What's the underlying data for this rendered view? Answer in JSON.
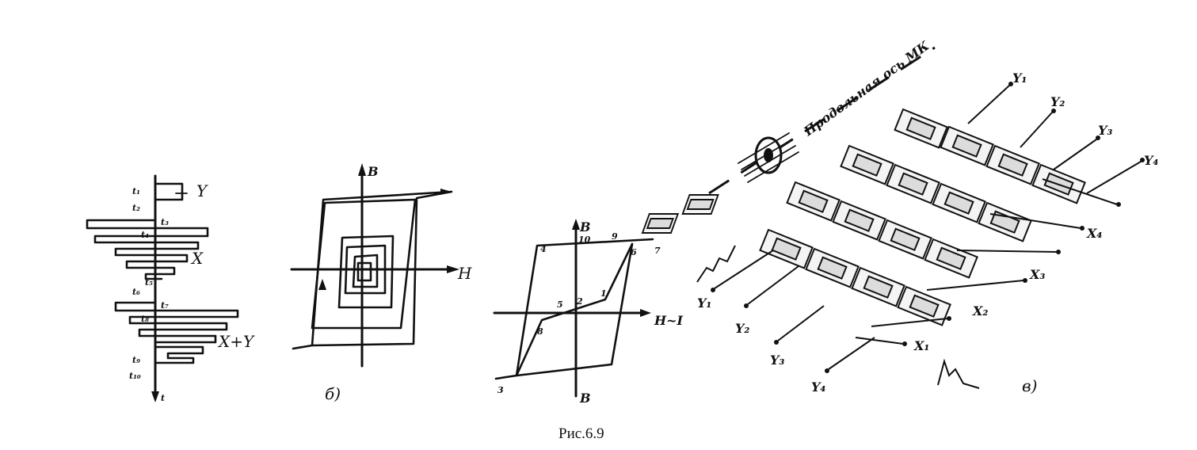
{
  "caption": "Рис.6.9",
  "panel_a": {
    "y_label": "Y",
    "x_label": "X",
    "xy_label": "X+Y",
    "t_label": "t",
    "t_marks": [
      "t₁",
      "t₂",
      "t₃",
      "t₄",
      "t₅",
      "t₆",
      "t₇",
      "t₈",
      "t₉",
      "t₁₀"
    ]
  },
  "panel_b": {
    "v_label": "B",
    "h_label": "H",
    "letter": "б)"
  },
  "panel_c": {
    "v_top_label": "B",
    "v_bottom_label": "B",
    "h_label": "H~I",
    "points": [
      "1",
      "2",
      "3",
      "4",
      "5",
      "6",
      "7",
      "8",
      "9",
      "10"
    ]
  },
  "panel_d": {
    "direction_label": "Продольная ось МК",
    "letter": "в)",
    "y_right": [
      "Y₁",
      "Y₂",
      "Y₃",
      "Y₄"
    ],
    "x_right": [
      "X₄",
      "X₃",
      "X₂",
      "X₁"
    ],
    "y_left": [
      "Y₁",
      "Y₂",
      "Y₃",
      "Y₄"
    ]
  }
}
